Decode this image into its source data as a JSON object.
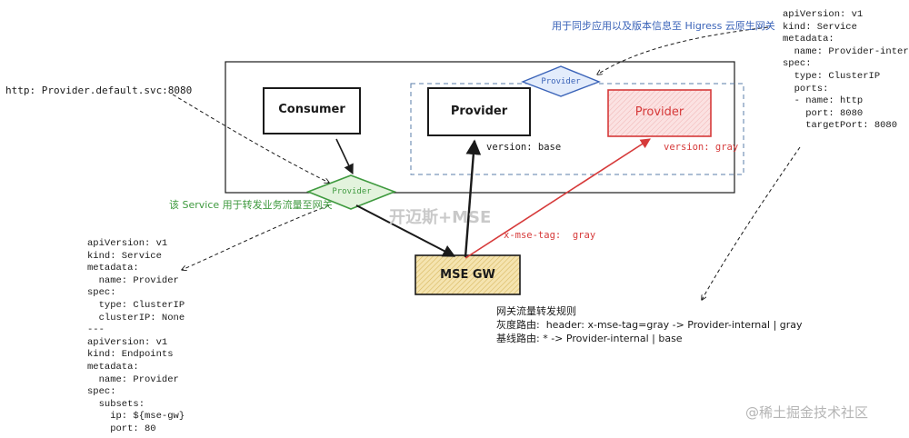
{
  "colors": {
    "ink": "#1a1a1a",
    "red": "#d63a3a",
    "red_fill": "#fbe2e2",
    "blue": "#3a63b8",
    "blue_fill": "#e3ecfb",
    "green": "#3f9a3f",
    "green_fill": "#e3f3dd",
    "gw_fill": "#f5e4b0",
    "dashed_frame": "#5a7da8"
  },
  "labels": {
    "top_note": "用于同步应用以及版本信息至 Higress 云原生网关",
    "http_url": "http: Provider.default.svc:8080",
    "service_note": "该 Service 用于转发业务流量至网关",
    "x_mse_tag": "x-mse-tag:  gray",
    "watermark": "开迈斯+MSE",
    "footer_watermark": "@稀土掘金技术社区"
  },
  "boxes": {
    "consumer": "Consumer",
    "provider": "Provider",
    "provider_gray": "Provider",
    "mse_gw": "MSE GW"
  },
  "versions": {
    "base": "version: base",
    "gray": "version: gray"
  },
  "diamonds": {
    "blue": "Provider",
    "green": "Provider"
  },
  "yaml_right": [
    "apiVersion: v1",
    "kind: Service",
    "metadata:",
    "  name: Provider-internal",
    "spec:",
    "  type: ClusterIP",
    "  ports:",
    "  - name: http",
    "    port: 8080",
    "    targetPort: 8080"
  ],
  "yaml_left": [
    "apiVersion: v1",
    "kind: Service",
    "metadata:",
    "  name: Provider",
    "spec:",
    "  type: ClusterIP",
    "  clusterIP: None",
    "---",
    "apiVersion: v1",
    "kind: Endpoints",
    "metadata:",
    "  name: Provider",
    "spec:",
    "  subsets:",
    "    ip: ${mse-gw}",
    "    port: 80"
  ],
  "rules": [
    "网关流量转发规则",
    "灰度路由:  header: x-mse-tag=gray -> Provider-internal | gray",
    "基线路由: * -> Provider-internal | base"
  ]
}
